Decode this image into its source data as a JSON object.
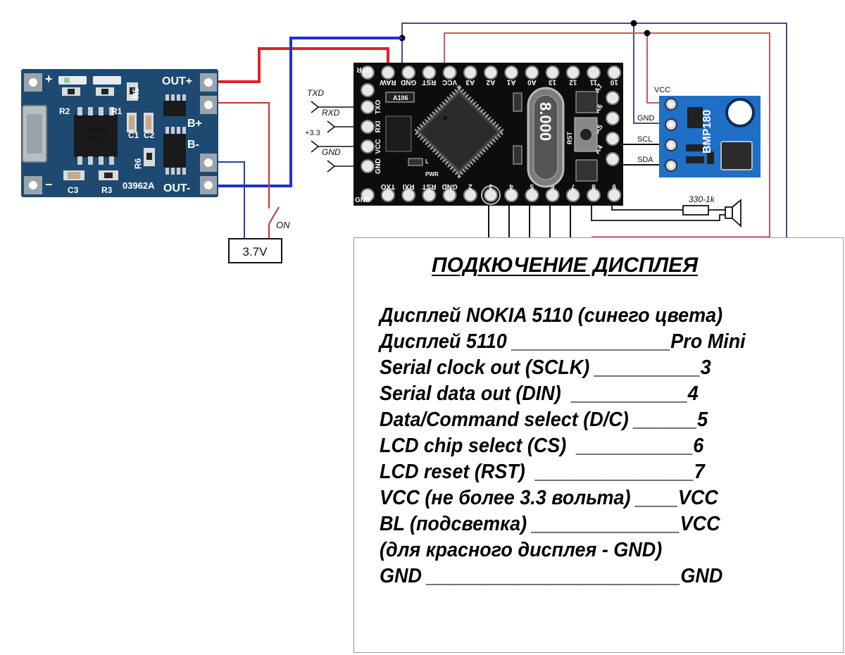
{
  "charger_module": {
    "chip_label": "TP4056",
    "chip_code": "485K12",
    "board_code": "03962A",
    "pads": {
      "plus": "+",
      "minus": "−",
      "out_plus": "OUT+",
      "out_minus": "OUT-",
      "b_plus": "B+",
      "b_minus": "B-"
    },
    "components": [
      "R2",
      "R1",
      "R5",
      "C1",
      "C2",
      "R6",
      "C3",
      "R3"
    ]
  },
  "battery": {
    "label": "3.7V",
    "switch_label": "ON"
  },
  "pro_mini": {
    "top_pins": [
      "RAW",
      "GND",
      "RST",
      "VCC",
      "A3",
      "A2",
      "A1",
      "A0",
      "13",
      "12",
      "11",
      "10"
    ],
    "bottom_pins": [
      "TXO",
      "RXI",
      "RST",
      "GND",
      "2",
      "3",
      "4",
      "5",
      "6",
      "7",
      "8",
      "9"
    ],
    "left_pins": [
      "GND",
      "VCC",
      "RXI",
      "TXO"
    ],
    "side_labels": [
      "DTR",
      "GND"
    ],
    "right_labels": [
      "A7",
      "A6",
      "A5",
      "A4"
    ],
    "crystal_label": "8.000",
    "reg_label": "A106",
    "rst_button_label": "RST",
    "pwr_label": "PWR",
    "l_label": "L"
  },
  "serial_header": {
    "labels": [
      "TXD",
      "RXD",
      "+3.3",
      "GND"
    ]
  },
  "bmp180": {
    "name": "BMP180",
    "pins": [
      "VCC",
      "GND",
      "SCL",
      "SDA"
    ]
  },
  "speaker": {
    "resistor_label": "330-1k"
  },
  "colors": {
    "wire_red": "#e3202a",
    "wire_blue": "#1f2fd0",
    "wire_thin_red": "#c55a5a",
    "wire_thin_blue": "#4a4a8a",
    "pcb_blue": "#1e4a72",
    "pcb_black": "#0d0d0d",
    "bmp_blue": "#1f6fc7"
  },
  "display_box": {
    "title": "ПОДКЮЧЕНИЕ ДИСПЛЕЯ",
    "lines": [
      "Дисплей NOKIA 5110 (синего цвета)",
      "Дисплей 5110 _______________Pro Mini",
      "Serial clock out (SCLK) __________3",
      "Serial data out (DIN)  ___________4",
      "Data/Command select (D/C) ______5",
      "LCD chip select (CS)  ___________6",
      "LCD reset (RST)  _______________7",
      "VCC (не более 3.3 вольта) ____VCC",
      "BL (подсветка) ______________VCC",
      "(для красного дисплея - GND)",
      "GND ________________________GND"
    ],
    "mapping": [
      {
        "display_pin": "Serial clock out (SCLK)",
        "pro_mini_pin": "3"
      },
      {
        "display_pin": "Serial data out (DIN)",
        "pro_mini_pin": "4"
      },
      {
        "display_pin": "Data/Command select (D/C)",
        "pro_mini_pin": "5"
      },
      {
        "display_pin": "LCD chip select (CS)",
        "pro_mini_pin": "6"
      },
      {
        "display_pin": "LCD reset (RST)",
        "pro_mini_pin": "7"
      },
      {
        "display_pin": "VCC (не более 3.3 вольта)",
        "pro_mini_pin": "VCC"
      },
      {
        "display_pin": "BL (подсветка)",
        "pro_mini_pin": "VCC"
      },
      {
        "display_pin": "GND",
        "pro_mini_pin": "GND"
      }
    ]
  }
}
